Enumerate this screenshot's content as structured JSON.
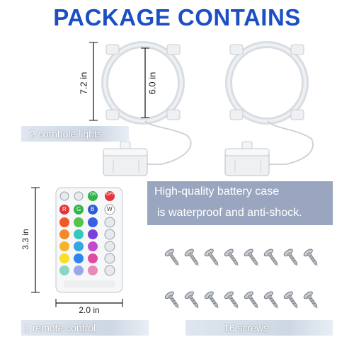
{
  "heading": {
    "title": "PACKAGE CONTAINS",
    "color": "#1c4fc4"
  },
  "lights": {
    "caption": "2 cornhole lights",
    "outer_diameter": "7.2 in",
    "inner_diameter": "6.0 in"
  },
  "battery": {
    "line1": "High-quality battery case",
    "line2": "is waterproof and anti-shock."
  },
  "remote": {
    "caption": "1 remote control",
    "height": "3.3 in",
    "width": "2.0 in",
    "top_buttons": [
      "sun-up",
      "sun-down",
      "ON",
      "OFF"
    ],
    "color_buttons": [
      "R",
      "G",
      "B",
      "W"
    ]
  },
  "screws": {
    "caption": "16 screws",
    "count": 16
  }
}
